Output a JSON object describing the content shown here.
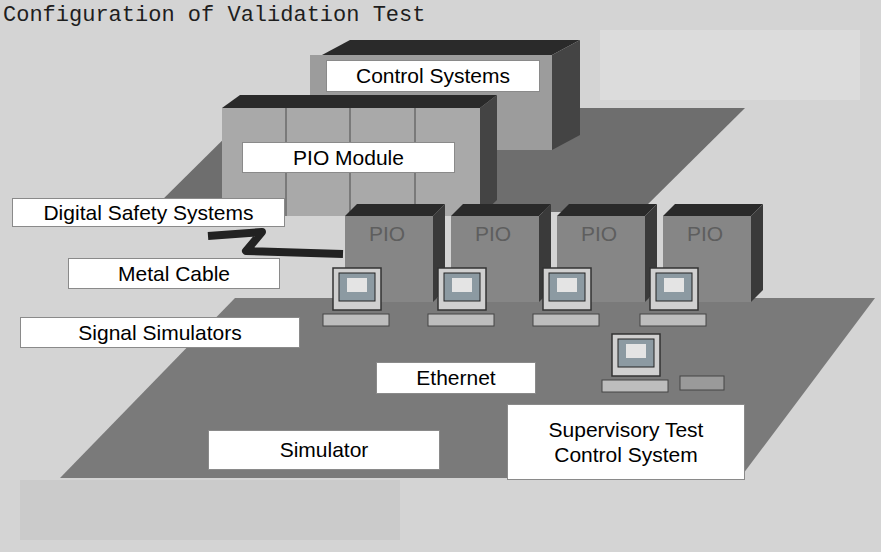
{
  "diagram": {
    "title": "Configuration of Validation Test",
    "nodes": [
      {
        "text": [
          "Control Systems"
        ]
      },
      {
        "text": [
          "PIO Module"
        ]
      },
      {
        "text": [
          "Digital Safety Systems"
        ]
      },
      {
        "text": [
          "Metal Cable"
        ]
      },
      {
        "text": [
          "Signal Simulators"
        ]
      },
      {
        "text": [
          "Ethernet"
        ]
      },
      {
        "text": [
          "Supervisory Test Control System"
        ]
      },
      {
        "text": [
          "Simulator"
        ]
      }
    ],
    "labels": [
      "PIO",
      "PIO",
      "PIO",
      "PIO"
    ]
  }
}
